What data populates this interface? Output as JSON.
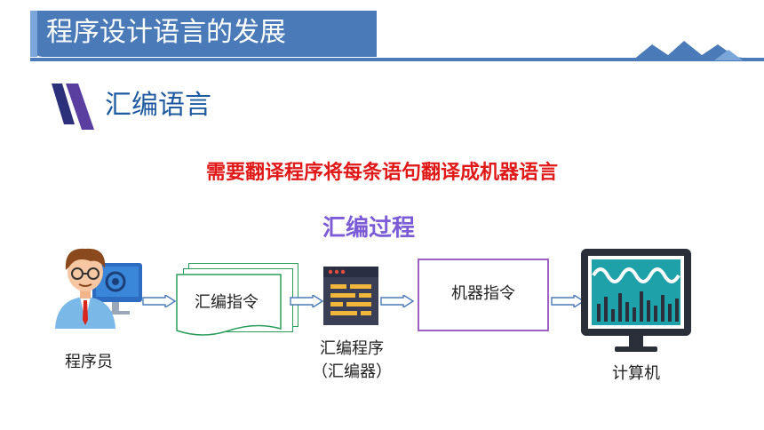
{
  "header": {
    "title": "程序设计语言的发展"
  },
  "section": {
    "title": "汇编语言"
  },
  "note": "需要翻译程序将每条语句翻译成机器语言",
  "process": {
    "title": "汇编过程",
    "programmer_label": "程序员",
    "instruction_label": "汇编指令",
    "assembler_label_line1": "汇编程序",
    "assembler_label_line2": "（汇编器）",
    "machine_label": "机器指令",
    "computer_label": "计算机"
  },
  "colors": {
    "header_blue": "#4a7bb8",
    "note_red": "#e01818",
    "process_purple": "#7b5cd6",
    "doc_green": "#2a9d5b",
    "box_purple": "#a05fc2"
  },
  "icons": [
    "programmer-icon",
    "assembler-icon",
    "computer-icon",
    "arrow-right-icon"
  ]
}
